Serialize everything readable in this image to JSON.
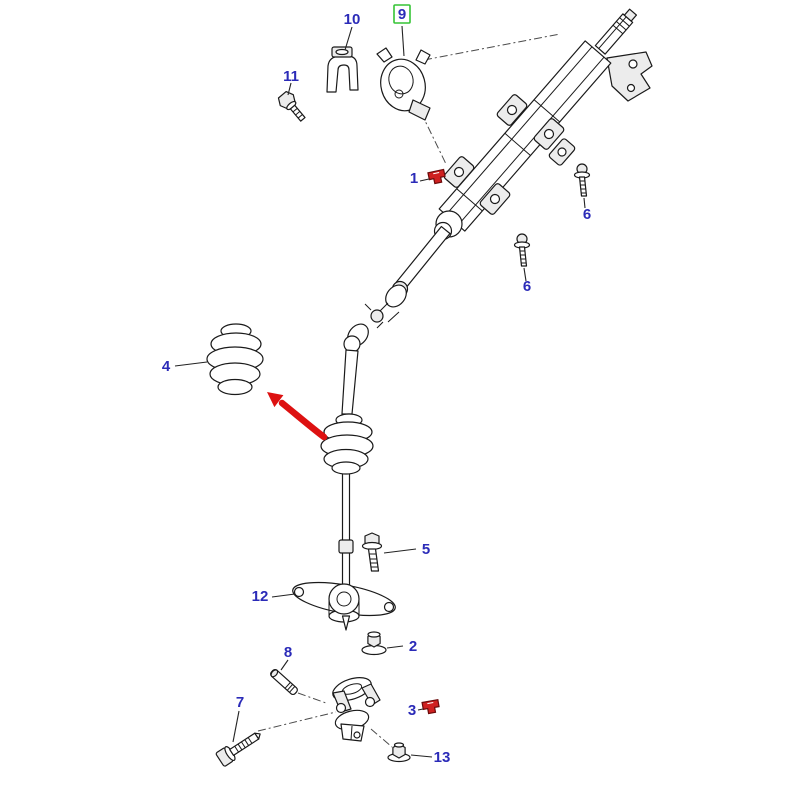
{
  "diagram": {
    "background": "#ffffff",
    "colors": {
      "callout_text": "#2b2bb8",
      "selected_callout_box": "#35c435",
      "highlighted_part": "#cf2020",
      "highlighted_part_outline": "#6b0b0b",
      "direction_arrow": "#dd1111",
      "line_art": "#1a1a1a"
    },
    "callouts": [
      {
        "label": "10"
      },
      {
        "label": "9",
        "selected": true
      },
      {
        "label": "11"
      },
      {
        "label": "1",
        "points_to_highlighted_part": true
      },
      {
        "label": "6"
      },
      {
        "label": "6"
      },
      {
        "label": "4"
      },
      {
        "label": "5"
      },
      {
        "label": "12"
      },
      {
        "label": "2"
      },
      {
        "label": "8"
      },
      {
        "label": "3",
        "points_to_highlighted_part": true
      },
      {
        "label": "7"
      },
      {
        "label": "13"
      }
    ]
  }
}
